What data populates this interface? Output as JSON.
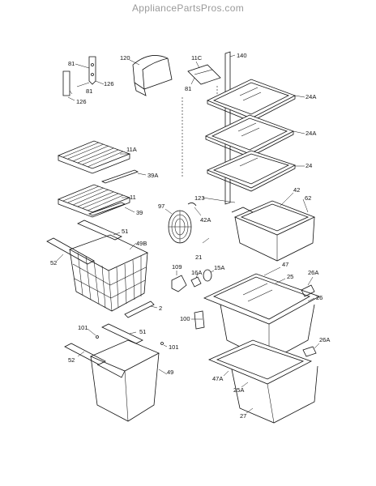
{
  "watermark": "AppliancePartsPros.com",
  "parts": {
    "p81a": "81",
    "p81b": "81",
    "p81c": "81",
    "p126a": "126",
    "p126b": "126",
    "p120": "120",
    "p11C": "11C",
    "p140": "140",
    "p24Aa": "24A",
    "p24Ab": "24A",
    "p24": "24",
    "p11A": "11A",
    "p39A": "39A",
    "p11": "11",
    "p39": "39",
    "p123": "123",
    "p42": "42",
    "p62": "62",
    "p97": "97",
    "p42A": "42A",
    "p51a": "51",
    "p49B": "49B",
    "p52a": "52",
    "p21": "21",
    "p109": "109",
    "p16A": "16A",
    "p15A": "15A",
    "p47": "47",
    "p25": "25",
    "p26Aa": "26A",
    "p26": "26",
    "p2": "2",
    "p100": "100",
    "p101a": "101",
    "p51b": "51",
    "p101b": "101",
    "p52b": "52",
    "p49": "49",
    "p26Ab": "26A",
    "p47A": "47A",
    "p25A": "25A",
    "p27": "27"
  }
}
